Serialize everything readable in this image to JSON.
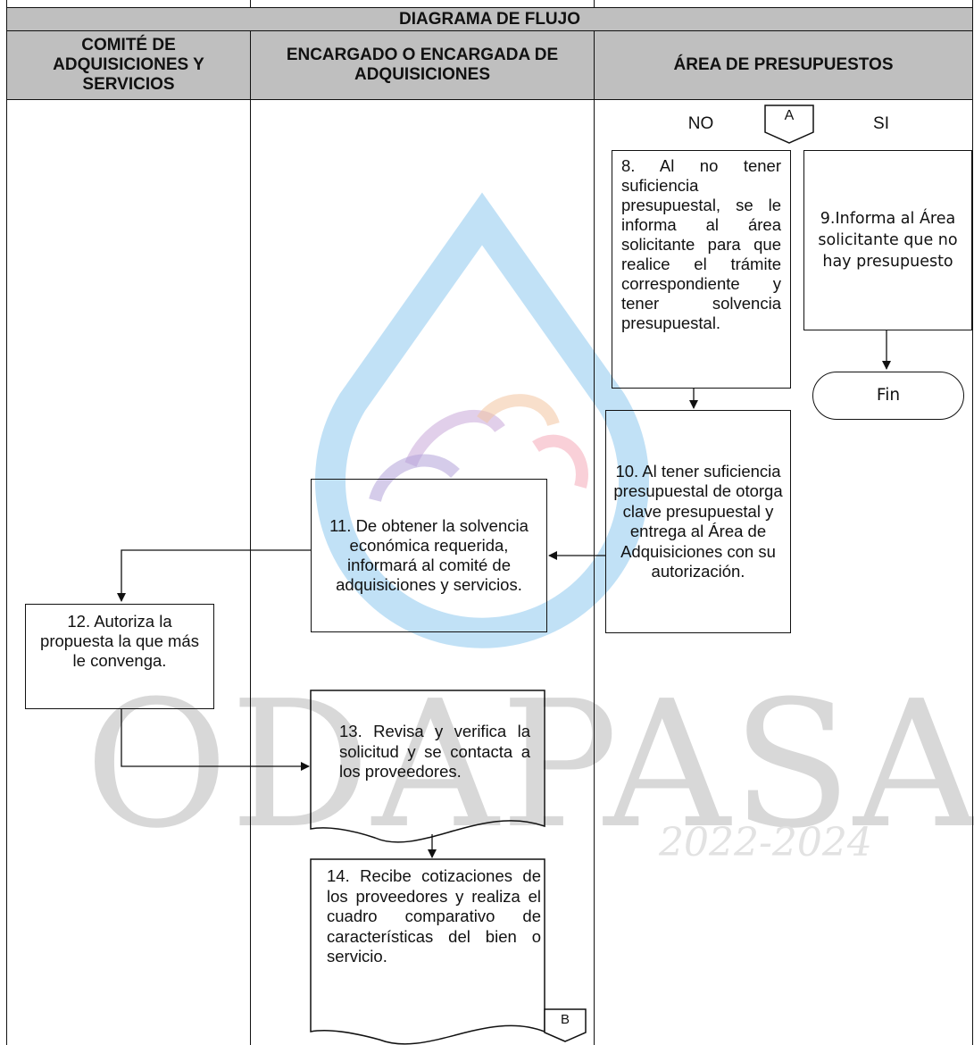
{
  "header": {
    "title": "DIAGRAMA DE FLUJO",
    "columns": [
      {
        "label": "COMITÉ DE ADQUISICIONES Y SERVICIOS"
      },
      {
        "label": "ENCARGADO O ENCARGADA DE ADQUISICIONES"
      },
      {
        "label": "ÁREA DE PRESUPUESTOS"
      }
    ]
  },
  "connectors": {
    "a": "A",
    "b": "B"
  },
  "decision_labels": {
    "no": "NO",
    "si": "SI"
  },
  "steps": {
    "s8": "8. Al no tener suficiencia presupuestal, se le informa al área solicitante para que realice el trámite correspondiente y tener solvencia presupuestal.",
    "s9": "9.Informa al Área solicitante que no hay presupuesto",
    "fin": "Fin",
    "s10": "10. Al tener suficiencia presupuestal de otorga clave presupuestal y entrega al Área de Adquisiciones con su autorización.",
    "s11": "11. De obtener la solvencia económica requerida, informará al comité de adquisiciones y servicios.",
    "s12": "12. Autoriza la propuesta la que más le convenga.",
    "s13": "13. Revisa y verifica la solicitud y se contacta a los proveedores.",
    "s14": "14. Recibe cotizaciones de los proveedores y realiza el cuadro comparativo de características del bien o servicio."
  },
  "watermark": {
    "text": "ODAPASA",
    "years": "2022-2024"
  },
  "colors": {
    "header_bg": "#bfbfbf",
    "watermark_blue": "#8ec9ee",
    "watermark_gray": "#d2d2d2"
  }
}
